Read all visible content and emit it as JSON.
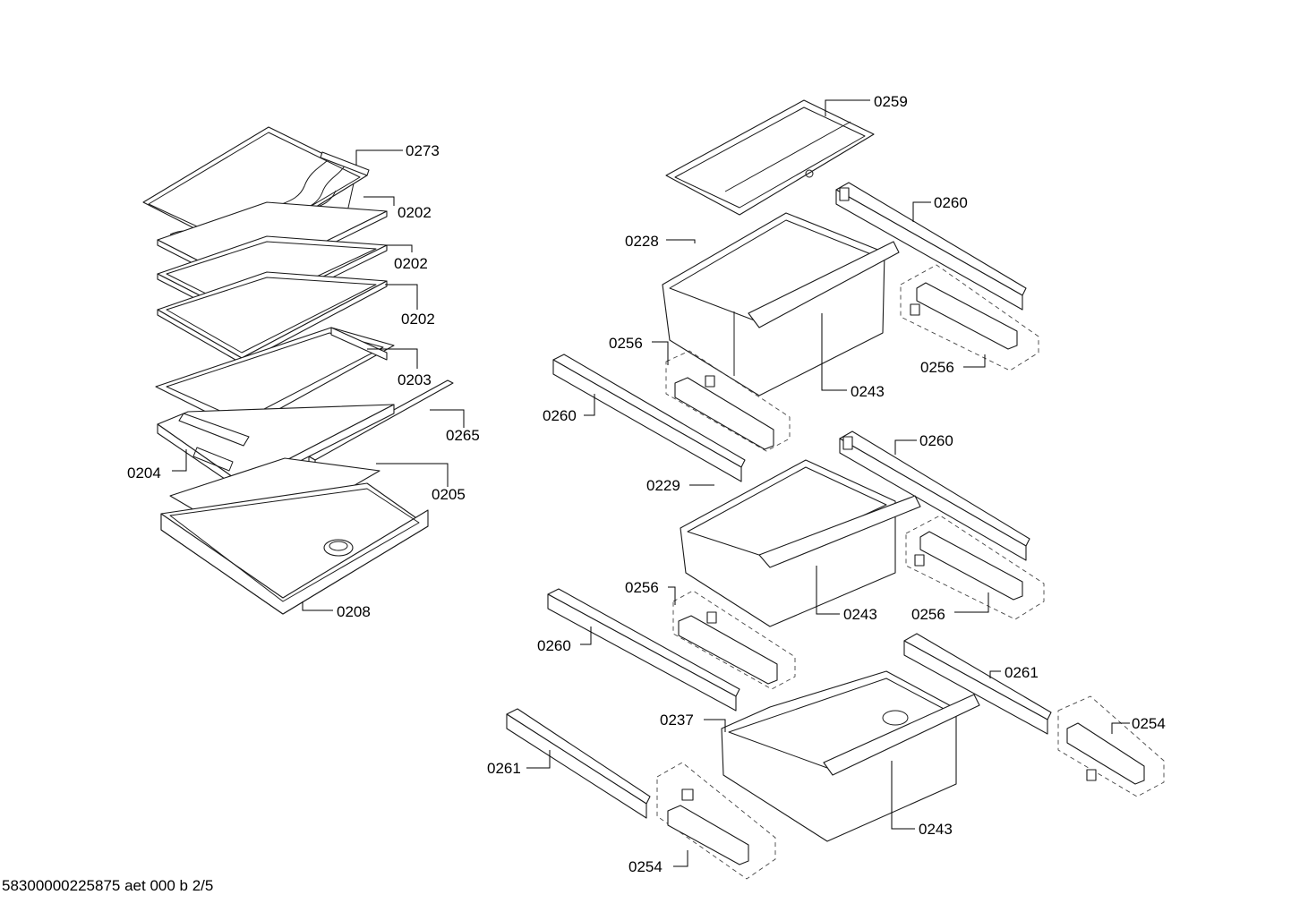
{
  "document_id": "58300000225875 aet 000 b 2/5",
  "callouts": {
    "c0273": "0273",
    "c0202a": "0202",
    "c0202b": "0202",
    "c0202c": "0202",
    "c0203": "0203",
    "c0265": "0265",
    "c0204": "0204",
    "c0205": "0205",
    "c0208": "0208",
    "c0259": "0259",
    "c0260a": "0260",
    "c0228": "0228",
    "c0256a": "0256",
    "c0256b": "0256",
    "c0243a": "0243",
    "c0260b": "0260",
    "c0260c": "0260",
    "c0229": "0229",
    "c0256c": "0256",
    "c0256d": "0256",
    "c0243b": "0243",
    "c0260d": "0260",
    "c0261a": "0261",
    "c0237": "0237",
    "c0254a": "0254",
    "c0261b": "0261",
    "c0243c": "0243",
    "c0254b": "0254"
  }
}
